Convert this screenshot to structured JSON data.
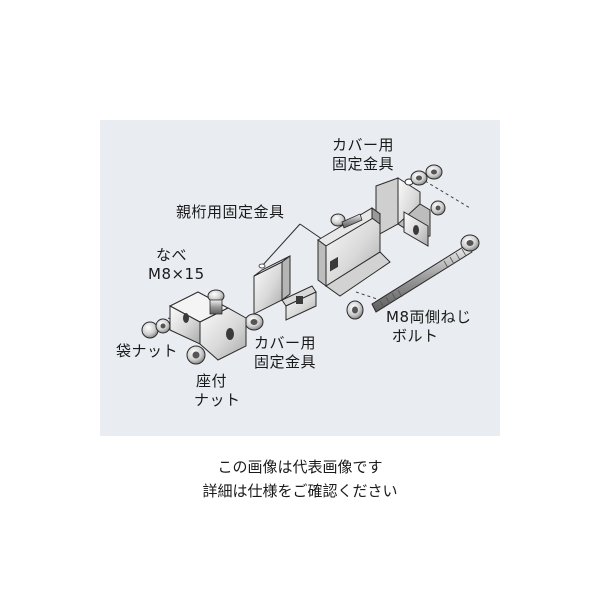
{
  "labels": {
    "cover_fixture_top_line1": "カバー用",
    "cover_fixture_top_line2": "固定金具",
    "main_beam_fixture": "親桁用固定金具",
    "pan_screw_line1": "なべ",
    "pan_screw_line2": "M8×15",
    "cap_nut": "袋ナット",
    "seat_nut_line1": "座付",
    "seat_nut_line2": "ナット",
    "cover_fixture_bottom_line1": "カバー用",
    "cover_fixture_bottom_line2": "固定金具",
    "stud_bolt_line1": "M8両側ねじ",
    "stud_bolt_line2": "ボルト"
  },
  "notes": {
    "line1": "この画像は代表画像です",
    "line2": "詳細は仕様をご確認ください"
  },
  "colors": {
    "panel_background": "#e9edf2",
    "metal_light": "#f2f2f2",
    "metal_mid": "#c9c9c9",
    "metal_dark": "#8a8a8a",
    "outline": "#2b2b2b"
  }
}
